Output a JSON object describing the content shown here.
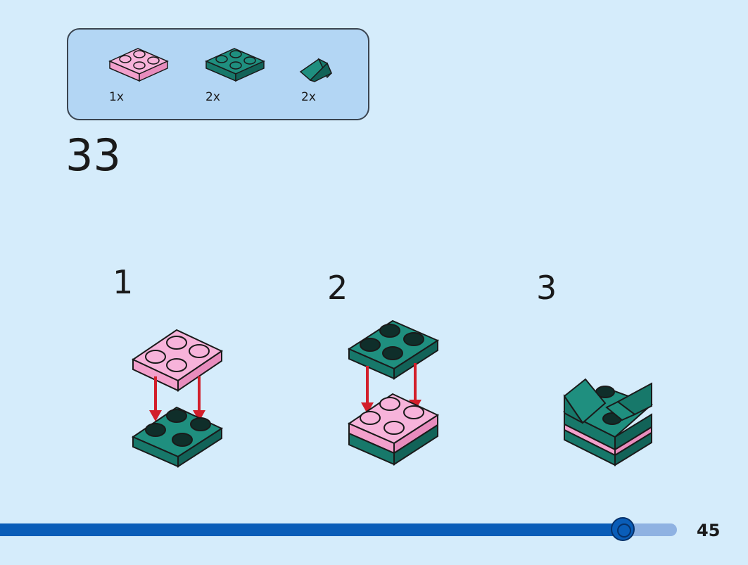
{
  "parts_list": [
    {
      "name": "pink 2x2 plate",
      "qty": "1x"
    },
    {
      "name": "teal 2x2 plate",
      "qty": "2x"
    },
    {
      "name": "teal slope",
      "qty": "2x"
    }
  ],
  "step_number": "33",
  "substeps": [
    {
      "label": "1"
    },
    {
      "label": "2"
    },
    {
      "label": "3"
    }
  ],
  "progress": {
    "fraction": 0.92
  },
  "page_number": "45",
  "colors": {
    "background": "#d5ecfb",
    "parts_box": "#b3d6f4",
    "pink_plate": "#f7b3da",
    "teal_plate": "#1f8f7f",
    "arrow": "#d21f2b",
    "progress_fill": "#0a5db8",
    "progress_track": "#8fb2e2"
  }
}
